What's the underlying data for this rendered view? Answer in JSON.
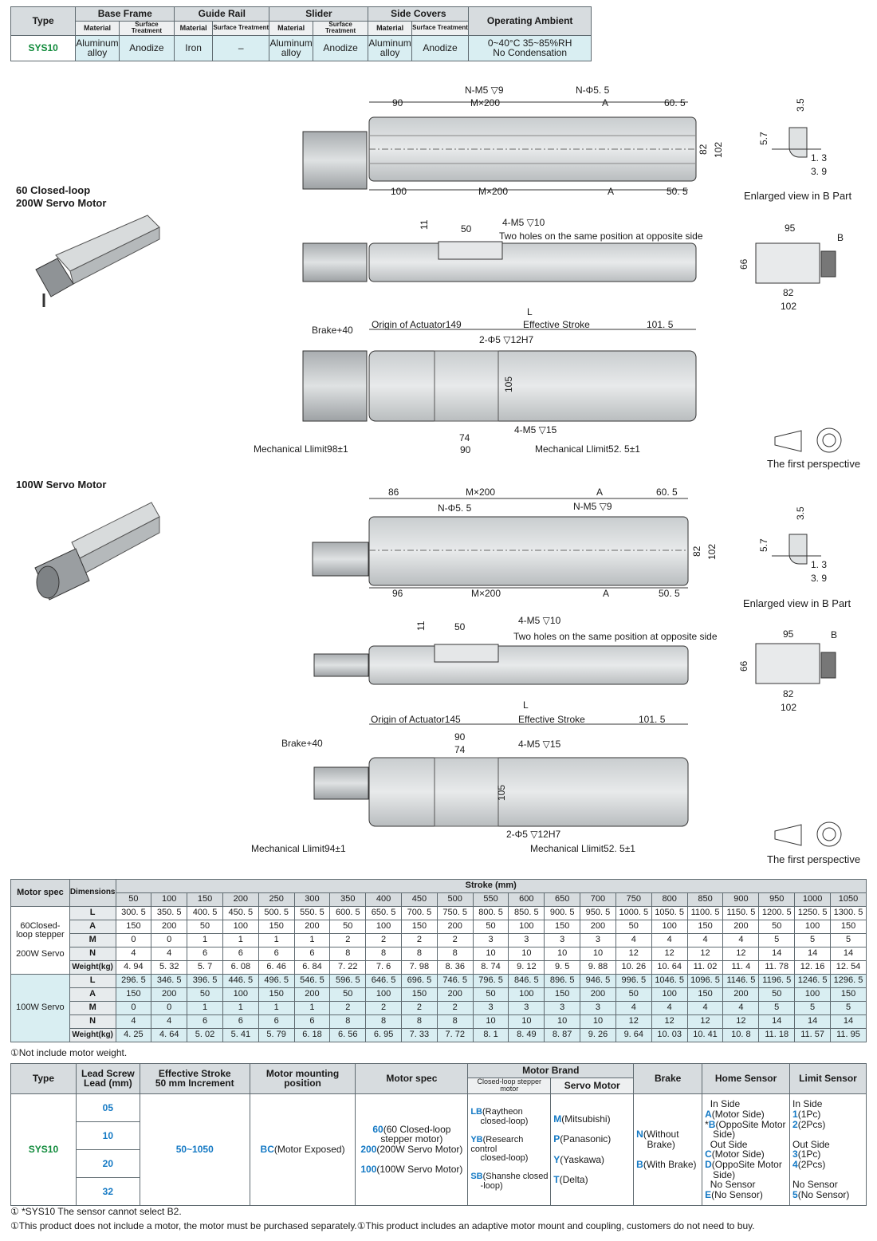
{
  "spec_table": {
    "headers": {
      "type": "Type",
      "base_frame": "Base Frame",
      "guide_rail": "Guide Rail",
      "slider": "Slider",
      "side_covers": "Side Covers",
      "operating_ambient": "Operating Ambient",
      "material": "Material",
      "surface_treatment": "Surface Treatment"
    },
    "row": {
      "type": "SYS10",
      "base_material_1": "Aluminum",
      "base_material_2": "alloy",
      "base_treatment": "Anodize",
      "rail_material": "Iron",
      "rail_treatment": "–",
      "slider_material_1": "Aluminum",
      "slider_material_2": "alloy",
      "slider_treatment": "Anodize",
      "cover_material_1": "Aluminum",
      "cover_material_2": "alloy",
      "cover_treatment": "Anodize",
      "ambient_1": "0~40°C   35~85%RH",
      "ambient_2": "No Condensation"
    }
  },
  "drawings": {
    "section1_title_1": "60 Closed-loop",
    "section1_title_2": "200W Servo Motor",
    "section2_title": "100W Servo Motor",
    "enlarged_view": "Enlarged view in B Part",
    "first_perspective": "The first perspective",
    "holes_note": "Two holes on the same position at opposite side",
    "top1": {
      "d90": "90",
      "nm5": "N-M5 ▽9",
      "m200": "M×200",
      "nphi": "N-Φ5. 5",
      "a": "A",
      "d605": "60. 5",
      "d100": "100",
      "m200b": "M×200",
      "ab": "A",
      "d505": "50. 5",
      "d82": "82",
      "d102": "102"
    },
    "top2": {
      "d86": "86",
      "m200": "M×200",
      "a": "A",
      "d605": "60. 5",
      "nphi": "N-Φ5. 5",
      "nm5": "N-M5 ▽9",
      "d96": "96",
      "m200b": "M×200",
      "ab": "A",
      "d505": "50. 5",
      "d82": "82",
      "d102": "102"
    },
    "side": {
      "d11": "11",
      "d50": "50",
      "m5": "4-M5 ▽10"
    },
    "end": {
      "d95": "95",
      "b": "B",
      "d66": "66",
      "d82": "82",
      "d102": "102"
    },
    "detail": {
      "d35": "3.5",
      "d57": "5.7",
      "d13": "1. 3",
      "d39": "3. 9"
    },
    "bottom1": {
      "l": "L",
      "brake": "Brake+40",
      "origin": "Origin of Actuator149",
      "effective": "Effective Stroke",
      "d1015": "101. 5",
      "phi": "2-Φ5 ▽12H7",
      "d105": "105",
      "m5": "4-M5 ▽15",
      "d74": "74",
      "d90": "90",
      "mech_left": "Mechanical Llimit98±1",
      "mech_right": "Mechanical Llimit52. 5±1"
    },
    "bottom2": {
      "l": "L",
      "origin": "Origin of Actuator145",
      "effective": "Effective Stroke",
      "d1015": "101. 5",
      "d90": "90",
      "d74": "74",
      "m5": "4-M5 ▽15",
      "brake": "Brake+40",
      "d105": "105",
      "phi": "2-Φ5 ▽12H7",
      "mech_left": "Mechanical Llimit94±1",
      "mech_right": "Mechanical Llimit52. 5±1"
    }
  },
  "stroke_table": {
    "motor_spec": "Motor spec",
    "dimensions": "Dimensions",
    "stroke_label": "Stroke (mm)",
    "strokes": [
      "50",
      "100",
      "150",
      "200",
      "250",
      "300",
      "350",
      "400",
      "450",
      "500",
      "550",
      "600",
      "650",
      "700",
      "750",
      "800",
      "850",
      "900",
      "950",
      "1000",
      "1050"
    ],
    "group1_label_1": "60Closed-",
    "group1_label_2": "loop stepper",
    "group1_label_3": "200W Servo",
    "group2_label": "100W Servo",
    "group1": [
      {
        "dim": "L",
        "values": [
          "300. 5",
          "350. 5",
          "400. 5",
          "450. 5",
          "500. 5",
          "550. 5",
          "600. 5",
          "650. 5",
          "700. 5",
          "750. 5",
          "800. 5",
          "850. 5",
          "900. 5",
          "950. 5",
          "1000. 5",
          "1050. 5",
          "1100. 5",
          "1150. 5",
          "1200. 5",
          "1250. 5",
          "1300. 5"
        ]
      },
      {
        "dim": "A",
        "values": [
          "150",
          "200",
          "50",
          "100",
          "150",
          "200",
          "50",
          "100",
          "150",
          "200",
          "50",
          "100",
          "150",
          "200",
          "50",
          "100",
          "150",
          "200",
          "50",
          "100",
          "150"
        ]
      },
      {
        "dim": "M",
        "values": [
          "0",
          "0",
          "1",
          "1",
          "1",
          "1",
          "2",
          "2",
          "2",
          "2",
          "3",
          "3",
          "3",
          "3",
          "4",
          "4",
          "4",
          "4",
          "5",
          "5",
          "5"
        ]
      },
      {
        "dim": "N",
        "values": [
          "4",
          "4",
          "6",
          "6",
          "6",
          "6",
          "8",
          "8",
          "8",
          "8",
          "10",
          "10",
          "10",
          "10",
          "12",
          "12",
          "12",
          "12",
          "14",
          "14",
          "14"
        ]
      },
      {
        "dim": "Weight(kg)",
        "values": [
          "4. 94",
          "5. 32",
          "5. 7",
          "6. 08",
          "6. 46",
          "6. 84",
          "7. 22",
          "7. 6",
          "7. 98",
          "8. 36",
          "8. 74",
          "9. 12",
          "9. 5",
          "9. 88",
          "10. 26",
          "10. 64",
          "11. 02",
          "11. 4",
          "11. 78",
          "12. 16",
          "12. 54"
        ]
      }
    ],
    "group2": [
      {
        "dim": "L",
        "values": [
          "296. 5",
          "346. 5",
          "396. 5",
          "446. 5",
          "496. 5",
          "546. 5",
          "596. 5",
          "646. 5",
          "696. 5",
          "746. 5",
          "796. 5",
          "846. 5",
          "896. 5",
          "946. 5",
          "996. 5",
          "1046. 5",
          "1096. 5",
          "1146. 5",
          "1196. 5",
          "1246. 5",
          "1296. 5"
        ]
      },
      {
        "dim": "A",
        "values": [
          "150",
          "200",
          "50",
          "100",
          "150",
          "200",
          "50",
          "100",
          "150",
          "200",
          "50",
          "100",
          "150",
          "200",
          "50",
          "100",
          "150",
          "200",
          "50",
          "100",
          "150"
        ]
      },
      {
        "dim": "M",
        "values": [
          "0",
          "0",
          "1",
          "1",
          "1",
          "1",
          "2",
          "2",
          "2",
          "2",
          "3",
          "3",
          "3",
          "3",
          "4",
          "4",
          "4",
          "4",
          "5",
          "5",
          "5"
        ]
      },
      {
        "dim": "N",
        "values": [
          "4",
          "4",
          "6",
          "6",
          "6",
          "6",
          "8",
          "8",
          "8",
          "8",
          "10",
          "10",
          "10",
          "10",
          "12",
          "12",
          "12",
          "12",
          "14",
          "14",
          "14"
        ]
      },
      {
        "dim": "Weight(kg)",
        "values": [
          "4. 25",
          "4. 64",
          "5. 02",
          "5. 41",
          "5. 79",
          "6. 18",
          "6. 56",
          "6. 95",
          "7. 33",
          "7. 72",
          "8. 1",
          "8. 49",
          "8. 87",
          "9. 26",
          "9. 64",
          "10. 03",
          "10. 41",
          "10. 8",
          "11. 18",
          "11. 57",
          "11. 95"
        ]
      }
    ],
    "weight_note": "①Not include motor weight."
  },
  "order_table": {
    "headers": {
      "type": "Type",
      "lead_1": "Lead Screw",
      "lead_2": "Lead (mm)",
      "stroke_1": "Effective Stroke",
      "stroke_2": "50 mm Increment",
      "mount_1": "Motor mounting",
      "mount_2": "position",
      "motor_spec": "Motor spec",
      "motor_brand": "Motor Brand",
      "closed_loop": "Closed-loop stepper motor",
      "servo_motor": "Servo Motor",
      "brake": "Brake",
      "home_sensor": "Home Sensor",
      "limit_sensor": "Limit Sensor"
    },
    "type": "SYS10",
    "leads": [
      "05",
      "10",
      "20",
      "32"
    ],
    "stroke": "50~1050",
    "mount_code": "BC",
    "mount_text": "(Motor Exposed)",
    "motor_specs": [
      {
        "code": "60",
        "text_1": "(60 Closed-loop",
        "text_2": "stepper motor)"
      },
      {
        "code": "200",
        "text_1": "(200W Servo Motor)",
        "text_2": ""
      },
      {
        "code": "100",
        "text_1": "(100W Servo Motor)",
        "text_2": ""
      }
    ],
    "closed_loop_brands": [
      {
        "code": "LB",
        "text_1": "(Raytheon",
        "text_2": "closed-loop)"
      },
      {
        "code": "YB",
        "text_1": "(Research control",
        "text_2": "closed-loop)"
      },
      {
        "code": "SB",
        "text_1": "(Shanshe closed",
        "text_2": "-loop)"
      }
    ],
    "servo_brands": [
      {
        "code": "M",
        "text": "(Mitsubishi)"
      },
      {
        "code": "P",
        "text": "(Panasonic)"
      },
      {
        "code": "Y",
        "text": "(Yaskawa)"
      },
      {
        "code": "T",
        "text": "(Delta)"
      }
    ],
    "brakes": [
      {
        "code": "N",
        "text_1": "(Without",
        "text_2": "Brake)"
      },
      {
        "code": "B",
        "text_1": "(With Brake)",
        "text_2": ""
      }
    ],
    "home_sensor": {
      "in_side": "In Side",
      "a_code": "A",
      "a_text": "(Motor Side)",
      "b_prefix": "*",
      "b_code": "B",
      "b_text_1": "(OppoSite Motor",
      "b_text_2": "Side)",
      "out_side": "Out Side",
      "c_code": "C",
      "c_text": "(Motor Side)",
      "d_code": "D",
      "d_text_1": "(OppoSite Motor",
      "d_text_2": "Side)",
      "no_sensor": "No Sensor",
      "e_code": "E",
      "e_text": "(No Sensor)"
    },
    "limit_sensor": {
      "in_side": "In Side",
      "c1": "1",
      "t1": "(1Pc)",
      "c2": "2",
      "t2": "(2Pcs)",
      "out_side": "Out Side",
      "c3": "3",
      "t3": "(1Pc)",
      "c4": "4",
      "t4": "(2Pcs)",
      "no_sensor": "No Sensor",
      "c5": "5",
      "t5": "(No Sensor)"
    }
  },
  "notes": {
    "note1": "① *SYS10 The sensor cannot select B2.",
    "note2": "①This product does not include a motor,  the motor must be purchased separately.①This product includes an adaptive motor mount and coupling,  customers do not need to buy."
  }
}
